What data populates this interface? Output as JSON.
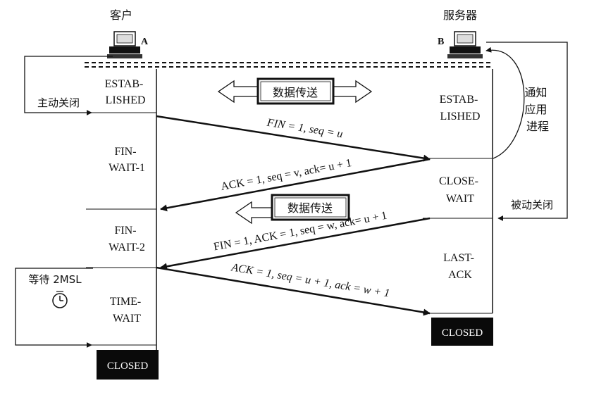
{
  "hosts": {
    "client_label": "客户",
    "server_label": "服务器",
    "client_id": "A",
    "server_id": "B"
  },
  "client_states": {
    "established": [
      "ESTAB-",
      "LISHED"
    ],
    "fin_wait_1": [
      "FIN-",
      "WAIT-1"
    ],
    "fin_wait_2": [
      "FIN-",
      "WAIT-2"
    ],
    "time_wait": [
      "TIME-",
      "WAIT"
    ],
    "closed": "CLOSED"
  },
  "server_states": {
    "established": [
      "ESTAB-",
      "LISHED"
    ],
    "close_wait": [
      "CLOSE-",
      "WAIT"
    ],
    "last_ack": [
      "LAST-",
      "ACK"
    ],
    "closed": "CLOSED"
  },
  "labels": {
    "active_close": "主动关闭",
    "passive_close": "被动关闭",
    "notify_app": [
      "通知",
      "应用",
      "进程"
    ],
    "wait_2msl": "等待 2MSL",
    "data_transfer_1": "数据传送",
    "data_transfer_2": "数据传送"
  },
  "segments": {
    "fin1": "FIN = 1, seq = u",
    "ack1": "ACK = 1, seq = v, ack= u + 1",
    "fin2": "FIN = 1, ACK = 1, seq = w, ack= u + 1",
    "ack2": "ACK = 1, seq = u + 1, ack = w + 1"
  },
  "icons": {
    "computer": "computer-icon",
    "clock": "clock-icon"
  }
}
